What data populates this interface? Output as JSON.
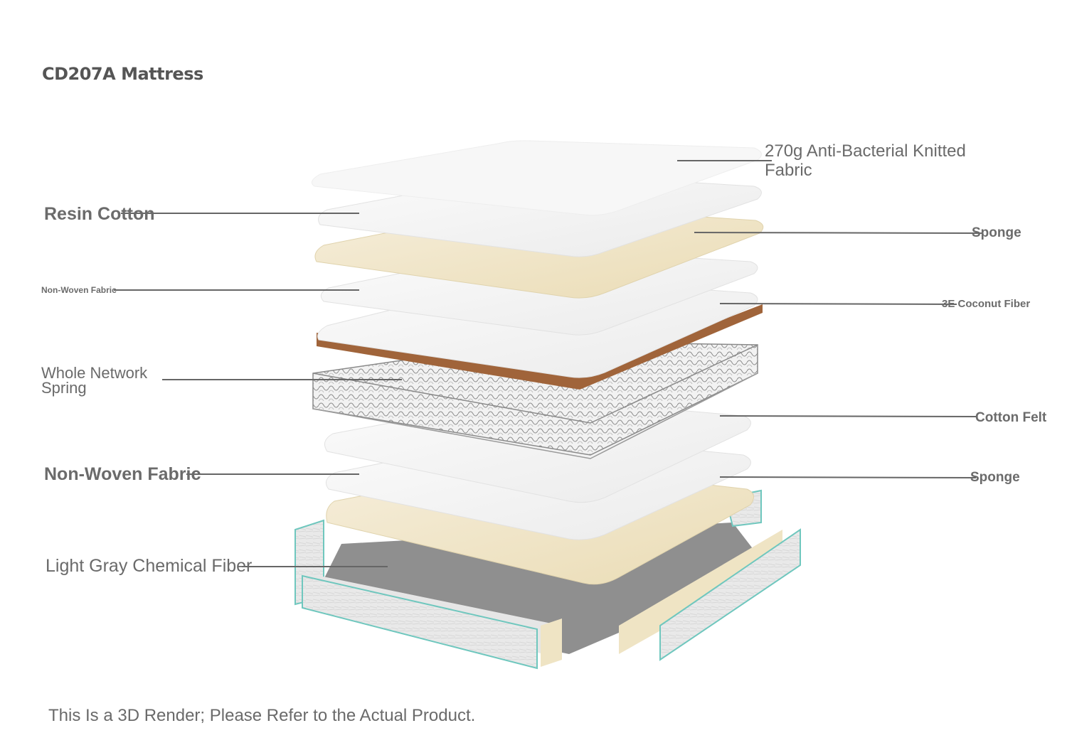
{
  "title": "CD207A Mattress",
  "layers": {
    "top_fabric": "270g Anti-Bacterial Knitted Fabric",
    "resin_cotton": "Resin Cotton",
    "sponge_upper": "Sponge",
    "non_woven_upper": "Non-Woven Fabric",
    "coconut_fiber": "3E Coconut Fiber",
    "spring": "Whole Network Spring",
    "cotton_felt": "Cotton Felt",
    "non_woven_lower": "Non-Woven Fabric",
    "sponge_lower": "Sponge",
    "chemical_fiber": "Light Gray Chemical Fiber"
  },
  "footnote": "This Is a 3D Render; Please Refer to the Actual Product.",
  "colors": {
    "fabric_white": "#f4f4f4",
    "sponge_cream": "#efe4c4",
    "coconut_brown": "#a0643a",
    "spring_gray": "#9a9a9a",
    "base_gray": "#8f8f8f",
    "edge_teal": "#6fc7be",
    "leader_line": "#666666"
  }
}
